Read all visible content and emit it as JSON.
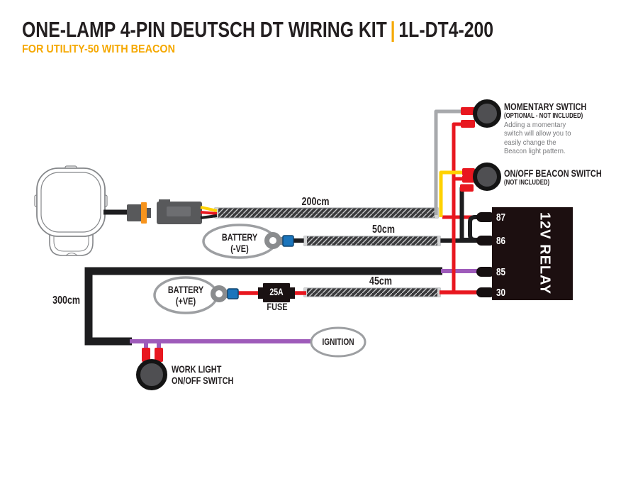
{
  "header": {
    "title": "ONE-LAMP 4-PIN DEUTSCH DT WIRING KIT",
    "separator": "|",
    "part_number": "1L-DT4-200",
    "subtitle": "FOR UTILITY-50 WITH BEACON"
  },
  "labels": {
    "loom_200": "200cm",
    "loom_50": "50cm",
    "loom_45": "45cm",
    "loom_300": "300cm",
    "battery_negative": "BATTERY\n(-VE)",
    "battery_positive": "BATTERY\n(+VE)",
    "fuse_rating": "25A",
    "fuse": "FUSE",
    "ignition": "IGNITION",
    "work_light_switch": "WORK LIGHT\nON/OFF SWITCH",
    "momentary_switch_title": "MOMENTARY SWTICH",
    "momentary_switch_subtitle": "(OPTIONAL - NOT INCLUDED)",
    "momentary_switch_note": "Adding a momentary\nswitch will allow you to\neasily change the\nBeacon light pattern.",
    "beacon_switch_title": "ON/OFF BEACON SWITCH",
    "beacon_switch_subtitle": "(NOT INCLUDED)"
  },
  "relay": {
    "label": "12V RELAY",
    "pins": [
      "87",
      "86",
      "85",
      "30"
    ]
  },
  "palette": {
    "accent_orange": "#F5A800",
    "wire_red": "#E8171F",
    "wire_yellow": "#FFD200",
    "wire_gray": "#A7A9AC",
    "wire_purple": "#9E5BBA",
    "wire_black": "#1D1D1F",
    "crimp_blue": "#1B75BC",
    "connector_orange": "#F7941D",
    "relay_body": "#1C0F10",
    "switch_knob": "#4F4F52",
    "ring_terminal_gray": "#8A8C8E",
    "oval_outline_gray": "#9D9FA2",
    "note_text": "#77787B"
  }
}
